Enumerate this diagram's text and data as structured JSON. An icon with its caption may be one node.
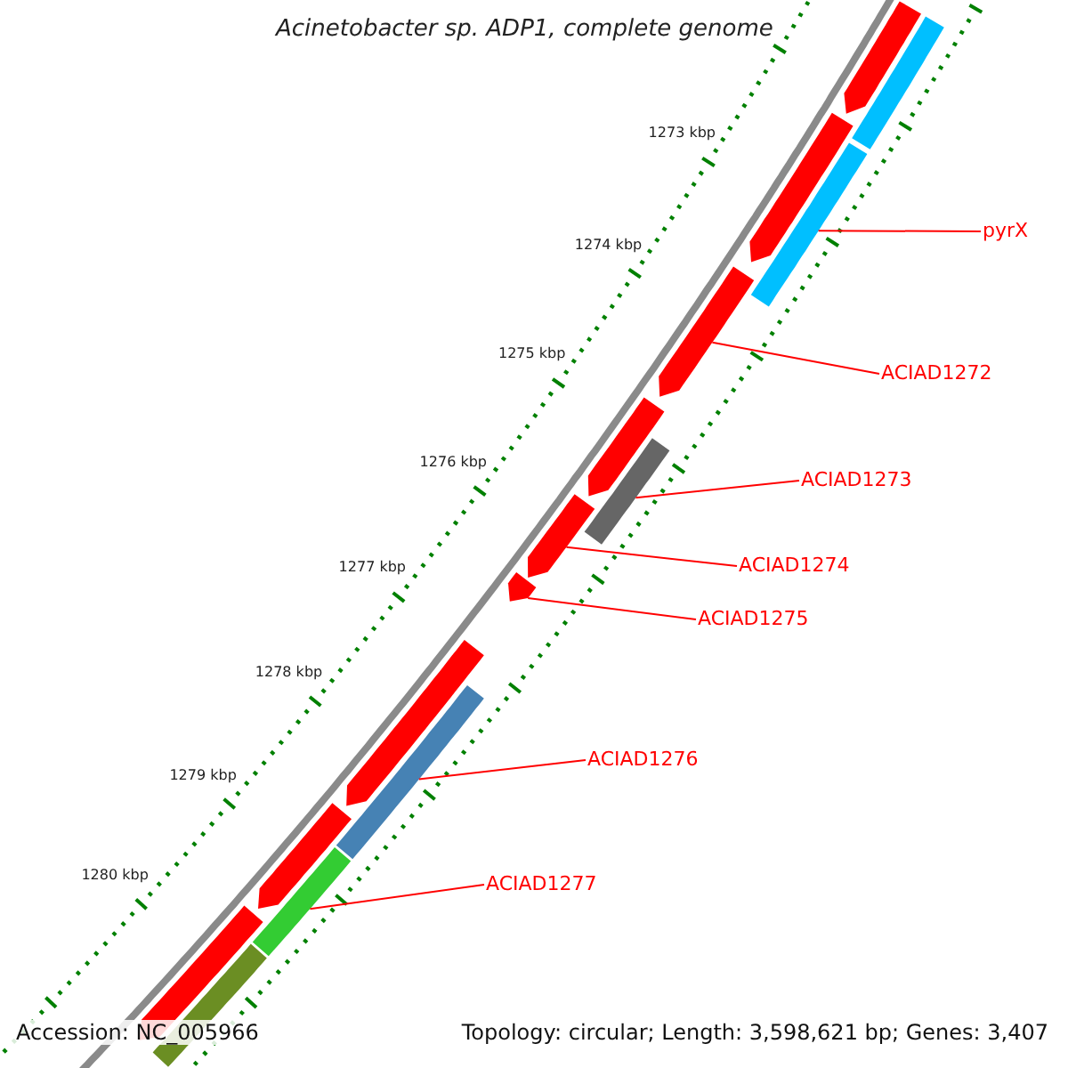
{
  "diagram": {
    "title": "Acinetobacter sp. ADP1, complete genome",
    "nodes": [
      {
        "text": [
          "pyrX"
        ]
      },
      {
        "text": [
          "ACIAD1272"
        ]
      },
      {
        "text": [
          "ACIAD1273"
        ]
      },
      {
        "text": [
          "ACIAD1274"
        ]
      },
      {
        "text": [
          "ACIAD1275"
        ]
      },
      {
        "text": [
          "ACIAD1276"
        ]
      },
      {
        "text": [
          "ACIAD1277"
        ]
      },
      {
        "text": [],
        "shape": "arrow"
      },
      {
        "text": [],
        "shape": "bar"
      },
      {
        "text": [],
        "shape": "arrow"
      },
      {
        "text": [],
        "shape": "bar"
      },
      {
        "text": [],
        "shape": "arrow"
      },
      {
        "text": [],
        "shape": "arrow"
      },
      {
        "text": [],
        "shape": "bar"
      },
      {
        "text": [],
        "shape": "arrow"
      },
      {
        "text": [],
        "shape": "arrow"
      },
      {
        "text": [],
        "shape": "arrow"
      },
      {
        "text": [],
        "shape": "bar"
      },
      {
        "text": [],
        "shape": "arrow"
      },
      {
        "text": [],
        "shape": "bar"
      },
      {
        "text": [],
        "shape": "arrow"
      },
      {
        "text": [],
        "shape": "bar"
      }
    ],
    "edges": [
      {
        "from": 0,
        "to": 10,
        "arrow": "none"
      },
      {
        "from": 1,
        "to": 11,
        "arrow": "none"
      },
      {
        "from": 2,
        "to": 13,
        "arrow": "none"
      },
      {
        "from": 3,
        "to": 14,
        "arrow": "none"
      },
      {
        "from": 4,
        "to": 15,
        "arrow": "none"
      },
      {
        "from": 5,
        "to": 17,
        "arrow": "none"
      },
      {
        "from": 6,
        "to": 19,
        "arrow": "none"
      }
    ],
    "labels": [
      "1273 kbp",
      "1274 kbp",
      "1275 kbp",
      "1276 kbp",
      "1277 kbp",
      "1278 kbp",
      "1279 kbp",
      "1280 kbp",
      "Accession: NC_005966",
      "Topology: circular; Length: 3,598,621 bp; Genes: 3,407"
    ]
  }
}
